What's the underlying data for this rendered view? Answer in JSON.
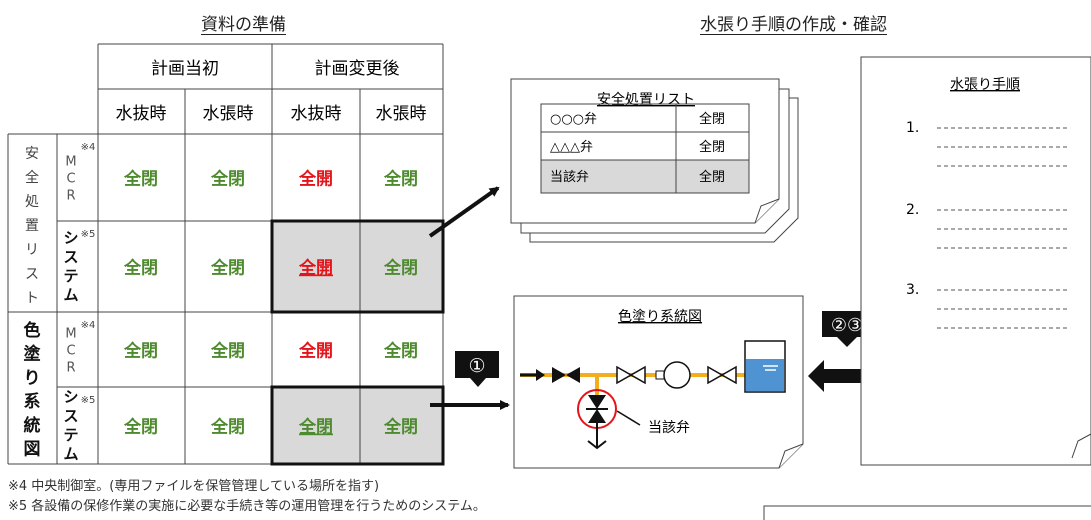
{
  "headers": {
    "left": "資料の準備",
    "right": "水張り手順の作成・確認"
  },
  "table": {
    "group_headers": [
      "計画当初",
      "計画変更後"
    ],
    "col_headers": [
      "水抜時",
      "水張時",
      "水抜時",
      "水張時"
    ],
    "sections": [
      {
        "label": "安全処置リスト",
        "rows": [
          {
            "sub": "MCR",
            "mark": "※4",
            "cells": [
              "全閉",
              "全閉",
              "全開",
              "全閉"
            ]
          },
          {
            "sub": "システム",
            "mark": "※5",
            "cells": [
              "全閉",
              "全閉",
              "全開",
              "全閉"
            ]
          }
        ]
      },
      {
        "label": "色塗り系統図",
        "rows": [
          {
            "sub": "MCR",
            "mark": "※4",
            "cells": [
              "全閉",
              "全閉",
              "全開",
              "全閉"
            ]
          },
          {
            "sub": "システム",
            "mark": "※5",
            "cells": [
              "全閉",
              "全閉",
              "全閉",
              "全閉"
            ]
          }
        ]
      }
    ]
  },
  "safety_list": {
    "title": "安全処置リスト",
    "rows": [
      {
        "name": "○○○弁",
        "state": "全閉"
      },
      {
        "name": "△△△弁",
        "state": "全閉"
      },
      {
        "name": "当該弁",
        "state": "全閉"
      }
    ]
  },
  "system_diagram": {
    "title": "色塗り系統図",
    "callout": "当該弁"
  },
  "procedure": {
    "title": "水張り手順",
    "steps": [
      "1.",
      "2.",
      "3."
    ]
  },
  "badges": {
    "one": "①",
    "two_three": "②③"
  },
  "notes": [
    "※4 中央制御室。(専用ファイルを保管管理している場所を指す)",
    "※5 各設備の保修作業の実施に必要な手続き等の運用管理を行うためのシステム。"
  ],
  "colors": {
    "green": "#4e8a2e",
    "red": "#e5141b",
    "gray": "#d9d9d9",
    "water": "#4f93d2",
    "pipe": "#f2ae1c"
  }
}
